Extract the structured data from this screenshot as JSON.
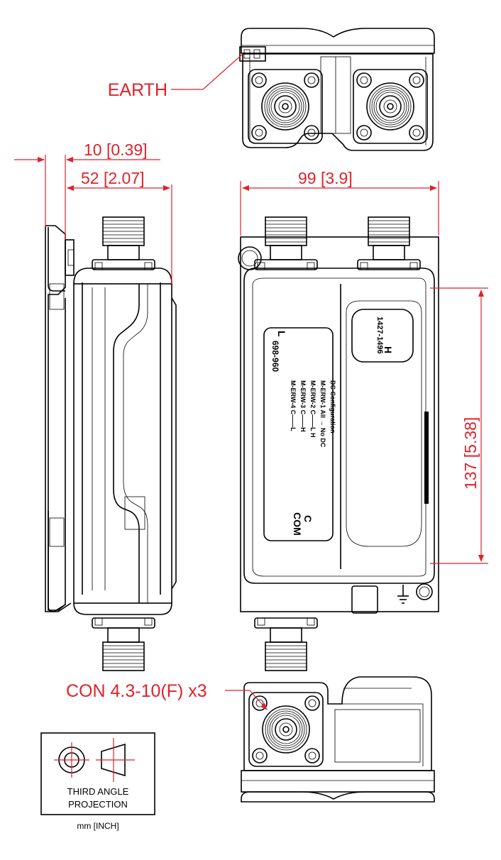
{
  "dimensions": {
    "side_offset": "10 [0.39]",
    "side_depth": "52 [2.07]",
    "front_width": "99 [3.9]",
    "front_height": "137 [5.38]"
  },
  "callouts": {
    "earth": "EARTH",
    "connector": "CON 4.3-10(F) x3"
  },
  "product_label": {
    "port_l": "L",
    "port_h": "H",
    "port_c": "C",
    "port_com": "COM",
    "band_l": "698-960",
    "band_h": "1427-1496",
    "dc_title": "DC Configuration",
    "dc_lines": [
      "M-ERW-1 All → No DC",
      "M-ERW-2 C——L H",
      "M-ERW-3 C——H",
      "M-ERW-4 C——L"
    ]
  },
  "projection_box": {
    "line1": "THIRD ANGLE",
    "line2": "PROJECTION"
  },
  "units": "mm [INCH]",
  "colors": {
    "dimension": "#e0222a",
    "outline": "#000000"
  }
}
